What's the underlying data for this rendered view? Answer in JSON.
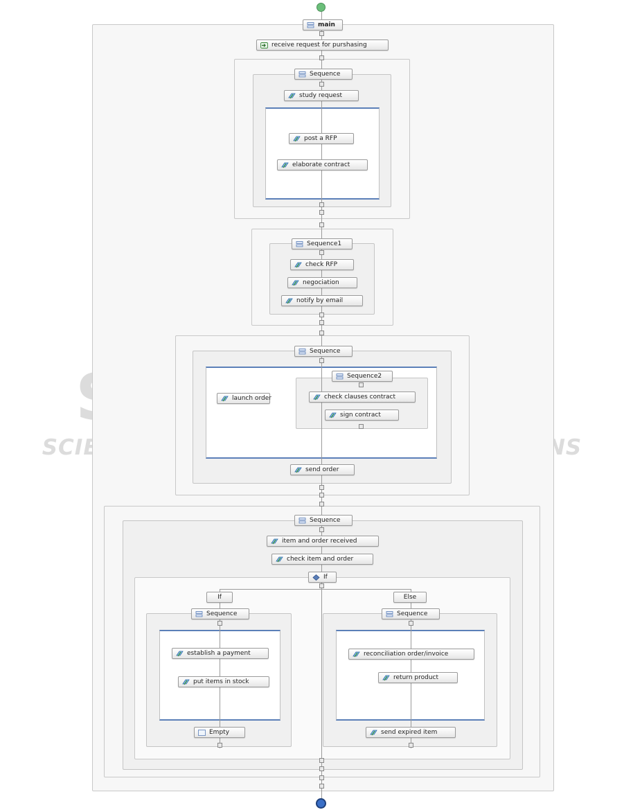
{
  "watermark": {
    "main": "SCITEPRESS",
    "sub": "SCIENCE AND TECHNOLOGY PUBLICATIONS"
  },
  "diagram": {
    "main_label": "main",
    "receive": "receive request for purshasing",
    "seq_a": "Sequence",
    "study": "study request",
    "post_rfp": "post a RFP",
    "elaborate": "elaborate contract",
    "seq1": "Sequence1",
    "check_rfp": "check RFP",
    "negociation": "negociation",
    "notify": "notify by email",
    "seq_b": "Sequence",
    "seq2": "Sequence2",
    "launch": "launch order",
    "check_clauses": "check clauses contract",
    "sign": "sign contract",
    "send_order": "send order",
    "seq_c": "Sequence",
    "item_received": "item and order received",
    "check_item": "check item and order",
    "if_label": "If",
    "if_branch": "If",
    "else_branch": "Else",
    "seq_if": "Sequence",
    "seq_else": "Sequence",
    "establish": "establish a payment",
    "put_items": "put items in stock",
    "empty": "Empty",
    "reconciliation": "reconciliation order/invoice",
    "return_product": "return product",
    "send_expired": "send expired item"
  }
}
